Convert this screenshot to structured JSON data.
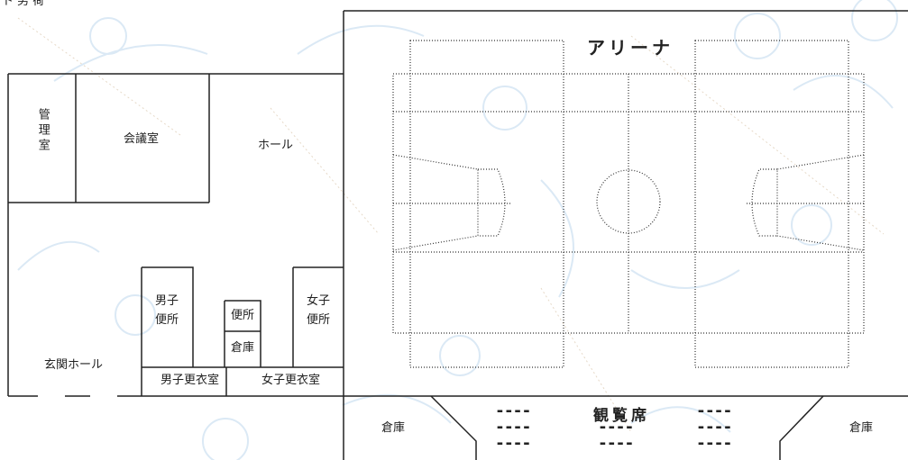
{
  "header": {
    "text": "ト 男  荷"
  },
  "rooms": {
    "kanri": "管理室",
    "kaigi": "会議室",
    "hall": "ホール",
    "genkan": "玄関ホール",
    "men_toilet": "男子\n便所",
    "toilet": "便所",
    "storage": "倉庫",
    "women_toilet": "女子\n便所",
    "men_locker": "男子更衣室",
    "women_locker": "女子更衣室"
  },
  "arena": {
    "title": "アリーナ"
  },
  "bottom": {
    "storage_left": "倉庫",
    "seats": "観覧席",
    "storage_right": "倉庫",
    "dashes": "----"
  }
}
